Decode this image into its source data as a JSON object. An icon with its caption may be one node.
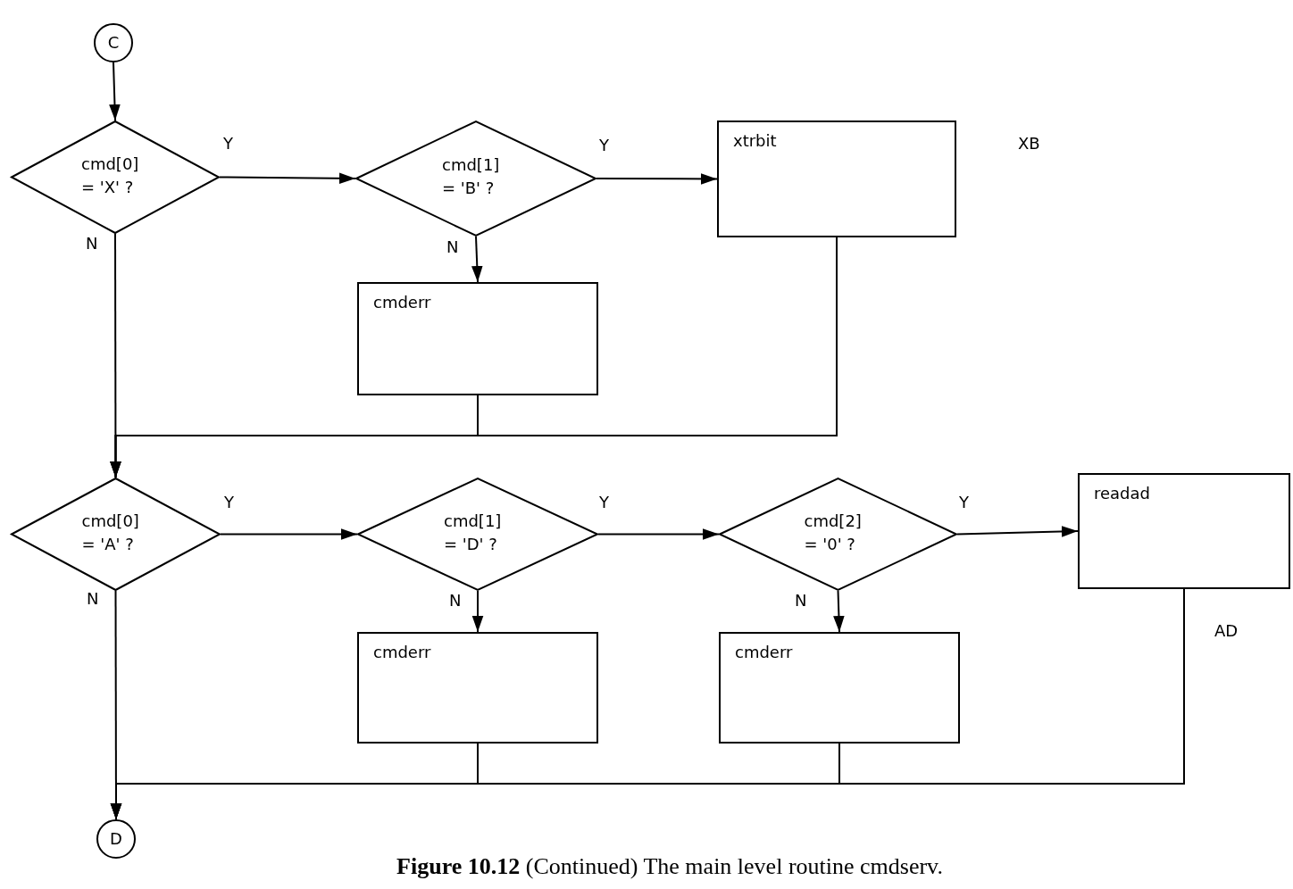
{
  "diagram": {
    "caption": "**Figure 10.12** (Continued) The main level routine cmdserv.",
    "nodes": [
      {
        "text": [
          "C"
        ]
      },
      {
        "text": [
          "cmd[0] = 'X' ?"
        ]
      },
      {
        "text": [
          "cmd[1] = 'B' ?"
        ]
      },
      {
        "text": [
          "xtrbit"
        ],
        "beside": [
          "XB"
        ]
      },
      {
        "text": [
          "cmderr"
        ]
      },
      {
        "text": [
          "cmd[0] = 'A' ?"
        ]
      },
      {
        "text": [
          "cmd[1] = 'D' ?"
        ]
      },
      {
        "text": [
          "cmd[2] = '0' ?"
        ]
      },
      {
        "text": [
          "readad"
        ],
        "beside": [
          "AD"
        ]
      },
      {
        "text": [
          "cmderr"
        ]
      },
      {
        "text": [
          "cmderr"
        ]
      },
      {
        "text": [
          "D"
        ]
      }
    ],
    "edges": [
      {
        "from": 0,
        "to": 1,
        "arrow": "to"
      },
      {
        "from": 1,
        "to": 2,
        "arrow": "to",
        "label": "Y"
      },
      {
        "from": 2,
        "to": 3,
        "arrow": "to",
        "label": "Y"
      },
      {
        "from": 2,
        "to": 4,
        "arrow": "to",
        "label": "N"
      },
      {
        "from": 1,
        "to": 5,
        "arrow": "to",
        "label": "N"
      },
      {
        "from": 4,
        "to": 5,
        "arrow": "to"
      },
      {
        "from": 3,
        "to": 5,
        "arrow": "to"
      },
      {
        "from": 5,
        "to": 6,
        "arrow": "to",
        "label": "Y"
      },
      {
        "from": 6,
        "to": 7,
        "arrow": "to",
        "label": "Y"
      },
      {
        "from": 7,
        "to": 8,
        "arrow": "to",
        "label": "Y"
      },
      {
        "from": 6,
        "to": 9,
        "arrow": "to",
        "label": "N"
      },
      {
        "from": 7,
        "to": 10,
        "arrow": "to",
        "label": "N"
      },
      {
        "from": 5,
        "to": 11,
        "arrow": "to",
        "label": "N"
      },
      {
        "from": 9,
        "to": 11,
        "arrow": "to"
      },
      {
        "from": 10,
        "to": 11,
        "arrow": "to"
      },
      {
        "from": 8,
        "to": 11,
        "arrow": "to"
      }
    ]
  }
}
